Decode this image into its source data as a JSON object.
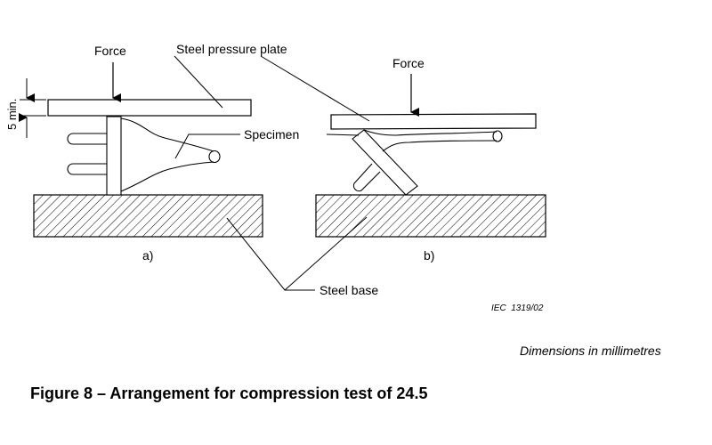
{
  "labels": {
    "force_a": "Force",
    "force_b": "Force",
    "steel_pressure_plate": "Steel pressure plate",
    "specimen": "Specimen",
    "dim_5min": "5 min.",
    "panel_a": "a)",
    "panel_b": "b)",
    "steel_base": "Steel base",
    "ref_code": "IEC  1319/02",
    "dimensions_note": "Dimensions in millimetres"
  },
  "caption": "Figure 8 – Arrangement for compression test of 24.5",
  "colors": {
    "ink": "#000000",
    "background": "#ffffff"
  }
}
